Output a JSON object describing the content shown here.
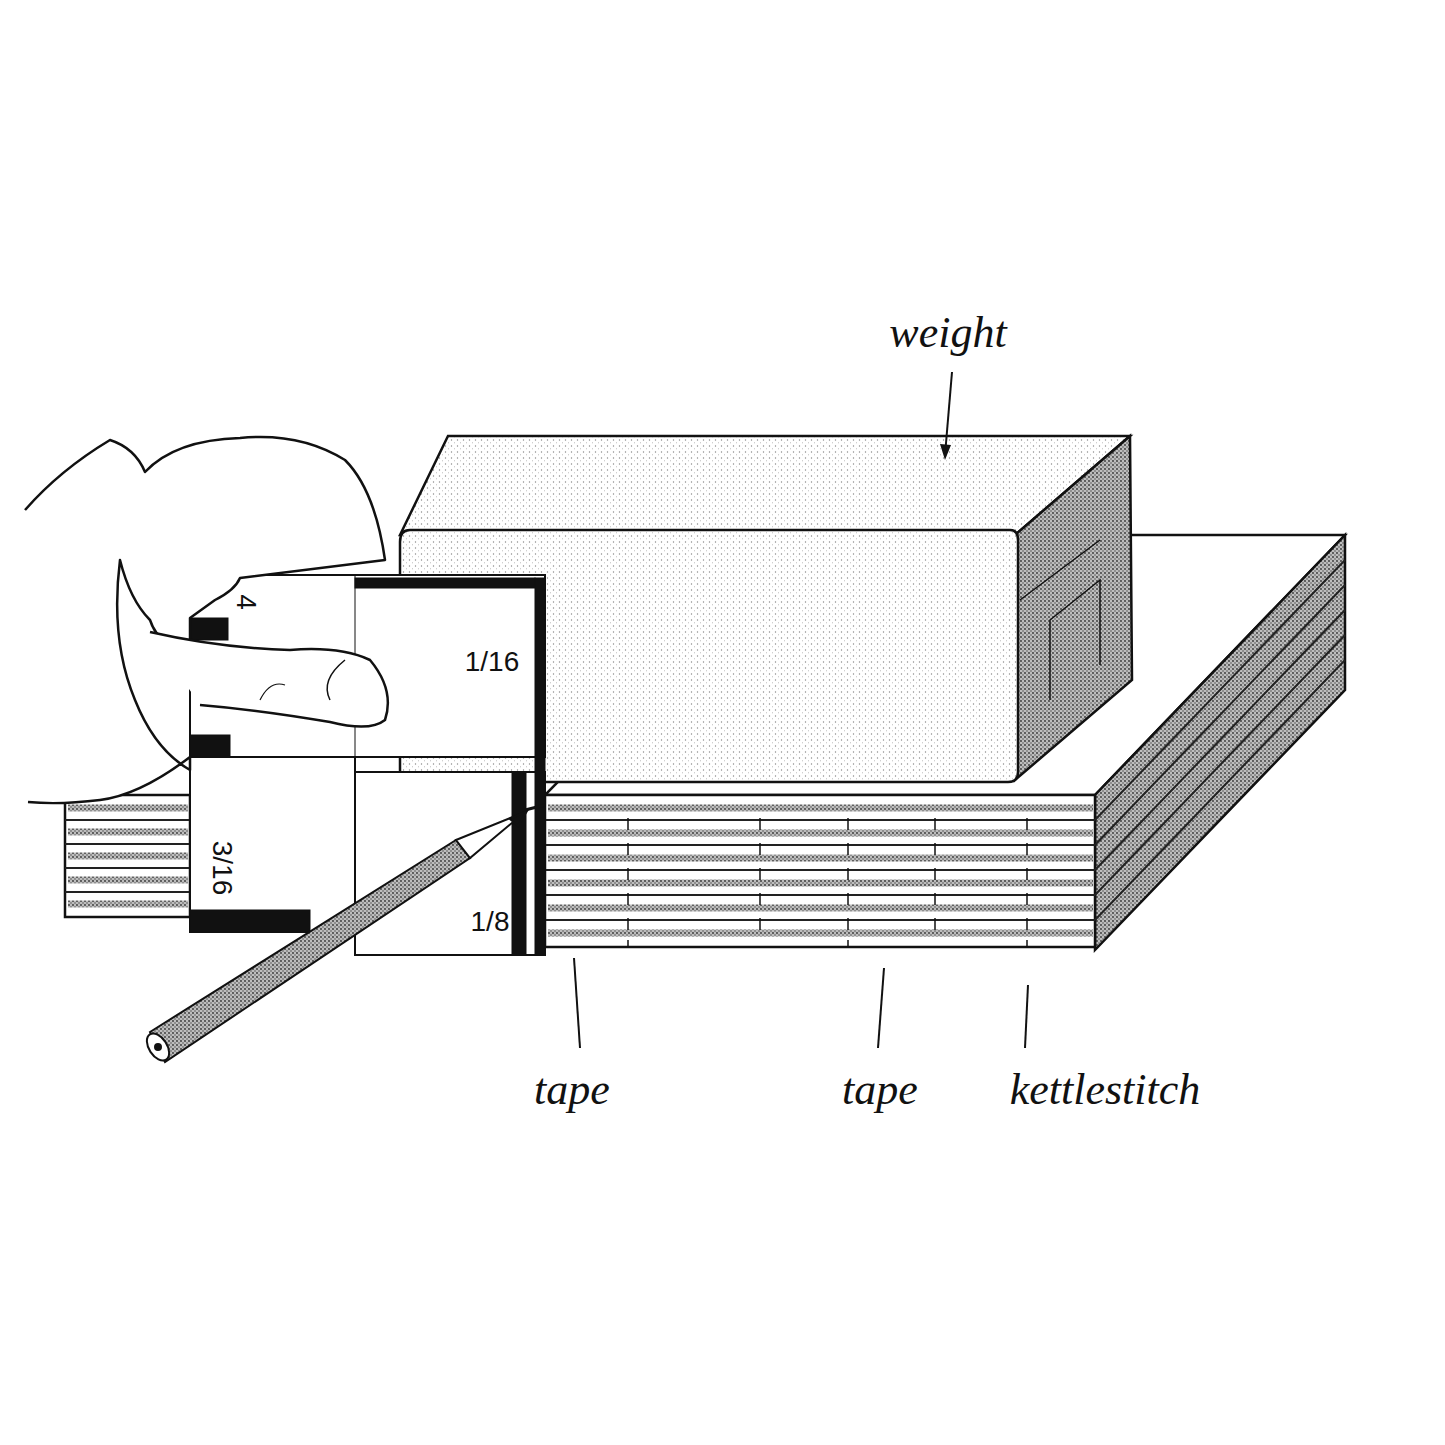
{
  "diagram": {
    "labels": [
      "weight",
      "tape",
      "tape",
      "kettlestitch",
      "1/16",
      "1/8",
      "3/16",
      "4"
    ]
  }
}
